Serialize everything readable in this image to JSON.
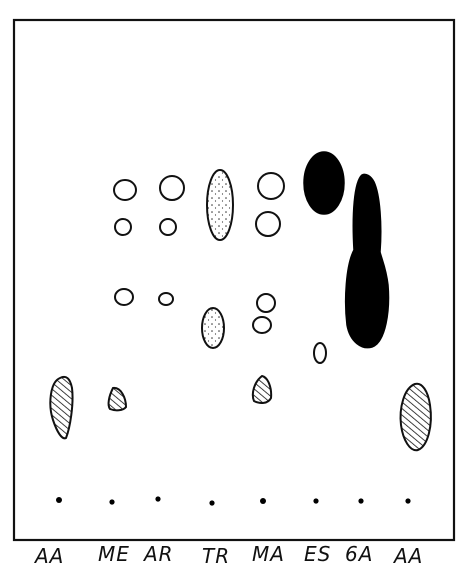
{
  "lanes": [
    "AA",
    "ME",
    "AR",
    "TR",
    "MA",
    "ES",
    "6A",
    "AA"
  ],
  "colors": {
    "ink": "#111111",
    "paper": "#ffffff",
    "solid_spot": "#000000"
  },
  "spot_styles": [
    "outline",
    "stippled",
    "hatched",
    "solid"
  ]
}
